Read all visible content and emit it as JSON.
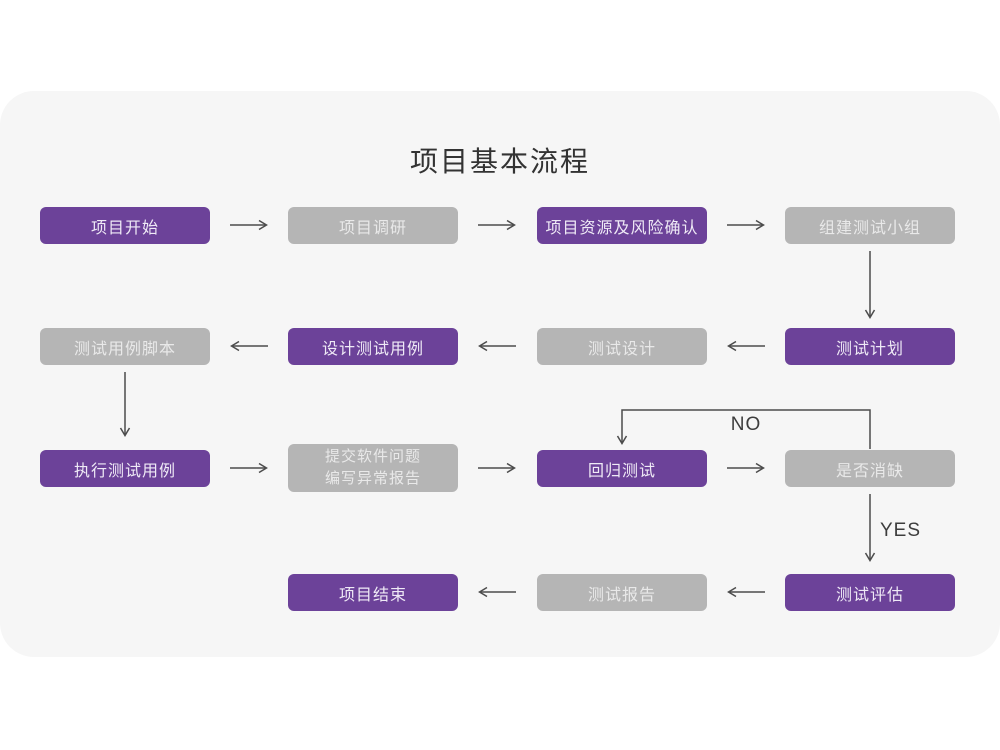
{
  "title": "项目基本流程",
  "colors": {
    "page": "#ffffff",
    "card": "#f6f6f6",
    "purple": "#6c4299",
    "purpleText": "#efeaf6",
    "gray": "#b5b5b5",
    "grayText": "#e9e9e9",
    "arrow": "#4c4c4c",
    "title": "#333333",
    "edgeLabel": "#3d3d3d"
  },
  "flowchart": {
    "nodes": [
      {
        "label": "项目开始",
        "variant": "purple"
      },
      {
        "label": "项目调研",
        "variant": "gray"
      },
      {
        "label": "项目资源及风险确认",
        "variant": "purple"
      },
      {
        "label": "组建测试小组",
        "variant": "gray"
      },
      {
        "label": "测试计划",
        "variant": "purple"
      },
      {
        "label": "测试设计",
        "variant": "gray"
      },
      {
        "label": "设计测试用例",
        "variant": "purple"
      },
      {
        "label": "测试用例脚本",
        "variant": "gray"
      },
      {
        "label": "执行测试用例",
        "variant": "purple"
      },
      {
        "label": "提交软件问题\n编写异常报告",
        "variant": "gray"
      },
      {
        "label": "回归测试",
        "variant": "purple"
      },
      {
        "label": "是否消缺",
        "variant": "gray"
      },
      {
        "label": "测试评估",
        "variant": "purple"
      },
      {
        "label": "测试报告",
        "variant": "gray"
      },
      {
        "label": "项目结束",
        "variant": "purple"
      }
    ],
    "edges": {
      "no_label": "NO",
      "yes_label": "YES"
    }
  }
}
